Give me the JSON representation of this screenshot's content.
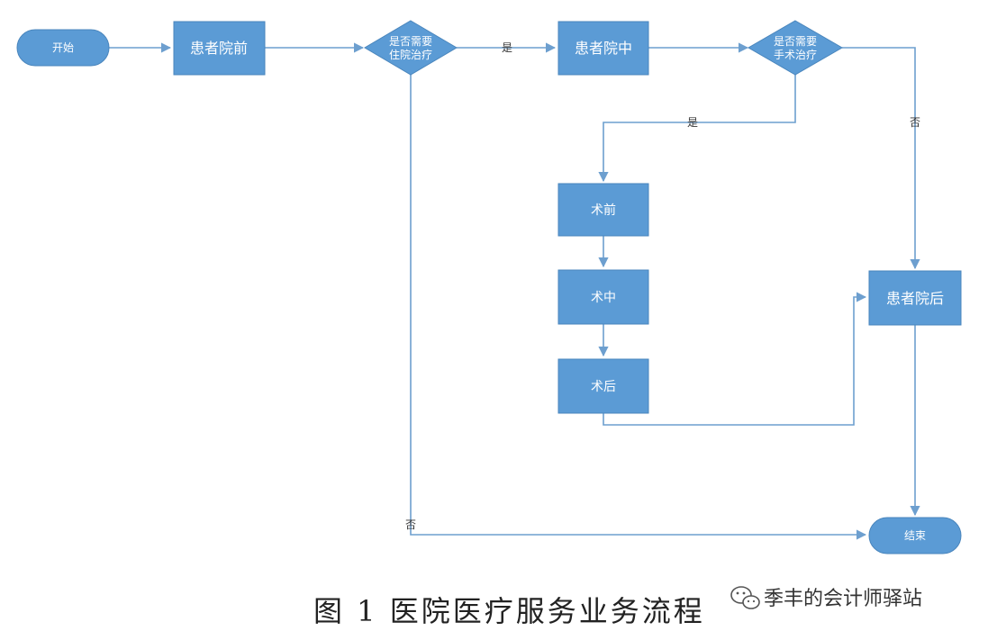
{
  "colors": {
    "node_fill": "#5b9bd5",
    "node_stroke": "#4a86bd",
    "edge": "#6d9fcf",
    "caption": "#222222"
  },
  "nodes": {
    "start": "开始",
    "pre_admission": "患者院前",
    "decision_admit_line1": "是否需要",
    "decision_admit_line2": "住院治疗",
    "in_hospital": "患者院中",
    "decision_surgery_line1": "是否需要",
    "decision_surgery_line2": "手术治疗",
    "pre_op": "术前",
    "intra_op": "术中",
    "post_op": "术后",
    "post_discharge": "患者院后",
    "end": "结束"
  },
  "edge_labels": {
    "admit_yes": "是",
    "surgery_yes": "是",
    "surgery_no": "否",
    "admit_no": "否"
  },
  "caption": "图 1  医院医疗服务业务流程",
  "watermark": {
    "icon": "wechat-icon",
    "text": "季丰的会计师驿站"
  }
}
